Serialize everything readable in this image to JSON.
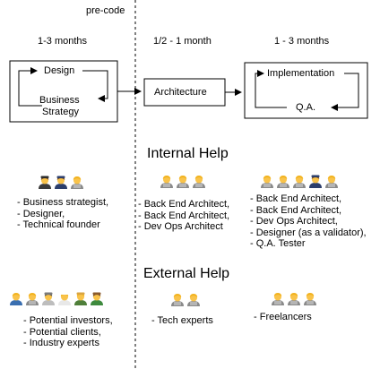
{
  "divider_label": "pre-code",
  "phases": {
    "phase1": {
      "duration": "1-3 months",
      "box_top": "Design",
      "box_bottom_line1": "Business",
      "box_bottom_line2": "Strategy"
    },
    "phase2": {
      "duration": "1/2 - 1 month",
      "box": "Architecture"
    },
    "phase3": {
      "duration": "1 - 3 months",
      "box_top": "Implementation",
      "box_bottom": "Q.A."
    }
  },
  "internal_help": {
    "title": "Internal Help",
    "col1": {
      "people": [
        "pilot",
        "police",
        "technologist"
      ],
      "items": [
        "- Business strategist,",
        "- Designer,",
        "- Technical founder"
      ]
    },
    "col2": {
      "people": [
        "technologist",
        "technologist",
        "technologist"
      ],
      "items": [
        "- Back End Architect,",
        "- Back End Architect,",
        "- Dev Ops Architect"
      ]
    },
    "col3": {
      "people": [
        "technologist",
        "technologist",
        "technologist",
        "police",
        "technologist"
      ],
      "items": [
        "- Back End Architect,",
        "- Back End Architect,",
        "- Dev Ops Architect,",
        "- Designer (as a validator),",
        "- Q.A. Tester"
      ]
    }
  },
  "external_help": {
    "title": "External Help",
    "col1": {
      "people": [
        "businessman",
        "technologist",
        "astronaut",
        "cook",
        "farmer",
        "gardener"
      ],
      "items": [
        "- Potential investors,",
        "- Potential clients,",
        "- Industry experts"
      ]
    },
    "col2": {
      "people": [
        "technologist",
        "technologist"
      ],
      "items": [
        "- Tech experts"
      ]
    },
    "col3": {
      "people": [
        "technologist",
        "technologist",
        "technologist"
      ],
      "items": [
        "- Freelancers"
      ]
    }
  }
}
